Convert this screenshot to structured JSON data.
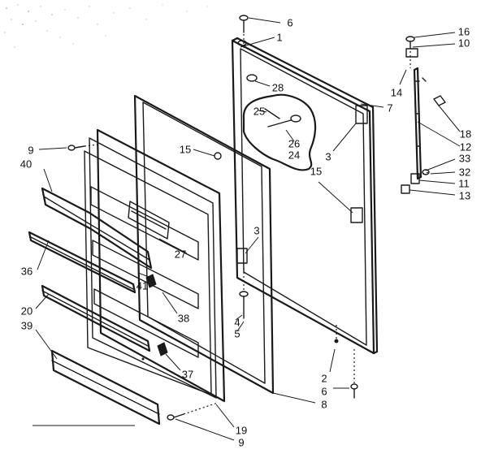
{
  "diagram": {
    "type": "exploded-parts-view",
    "callouts": [
      {
        "id": "c6a",
        "text": "6"
      },
      {
        "id": "c1",
        "text": "1"
      },
      {
        "id": "c16",
        "text": "16"
      },
      {
        "id": "c10",
        "text": "10"
      },
      {
        "id": "c28",
        "text": "28"
      },
      {
        "id": "c14",
        "text": "14"
      },
      {
        "id": "c7",
        "text": "7"
      },
      {
        "id": "c25",
        "text": "25"
      },
      {
        "id": "c26",
        "text": "26"
      },
      {
        "id": "c24",
        "text": "24"
      },
      {
        "id": "c18",
        "text": "18"
      },
      {
        "id": "c12",
        "text": "12"
      },
      {
        "id": "c33",
        "text": "33"
      },
      {
        "id": "c32",
        "text": "32"
      },
      {
        "id": "c11",
        "text": "11"
      },
      {
        "id": "c13",
        "text": "13"
      },
      {
        "id": "c9a",
        "text": "9"
      },
      {
        "id": "c40",
        "text": "40"
      },
      {
        "id": "c15a",
        "text": "15"
      },
      {
        "id": "c3a",
        "text": "3"
      },
      {
        "id": "c15b",
        "text": "15"
      },
      {
        "id": "c27",
        "text": "27"
      },
      {
        "id": "c3b",
        "text": "3"
      },
      {
        "id": "c36",
        "text": "36"
      },
      {
        "id": "c41",
        "text": "41"
      },
      {
        "id": "c38",
        "text": "38"
      },
      {
        "id": "c20",
        "text": "20"
      },
      {
        "id": "c39",
        "text": "39"
      },
      {
        "id": "c4",
        "text": "4"
      },
      {
        "id": "c5",
        "text": "5"
      },
      {
        "id": "c37",
        "text": "37"
      },
      {
        "id": "c2",
        "text": "2"
      },
      {
        "id": "c6b",
        "text": "6"
      },
      {
        "id": "c8",
        "text": "8"
      },
      {
        "id": "c19",
        "text": "19"
      },
      {
        "id": "c9b",
        "text": "9"
      }
    ]
  }
}
